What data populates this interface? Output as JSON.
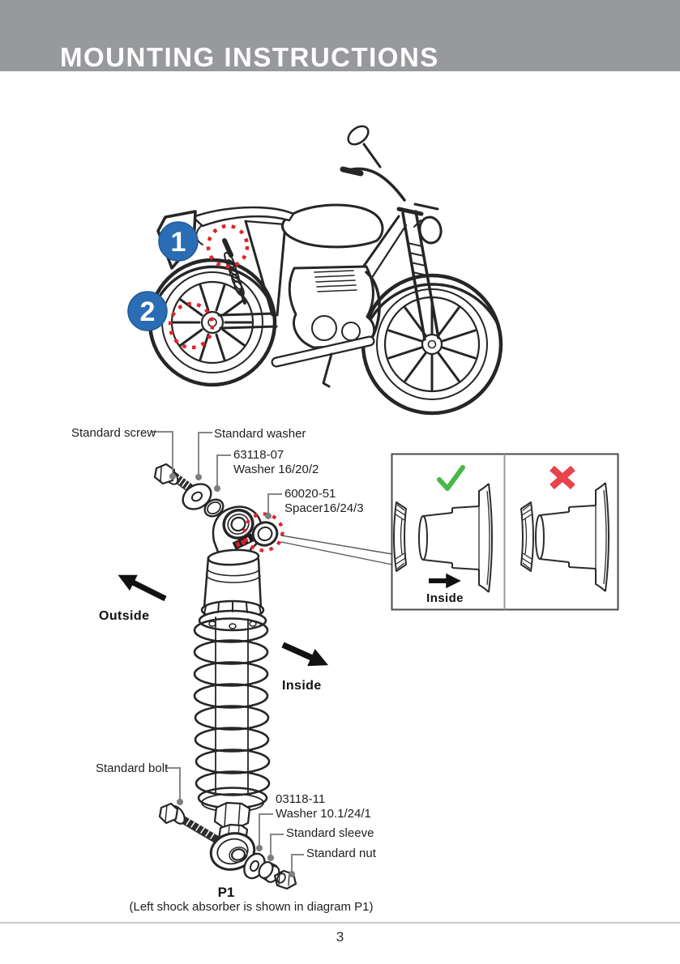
{
  "page": {
    "header": {
      "title": "MOUNTING INSTRUCTIONS"
    },
    "footer": {
      "page_number": "3"
    }
  },
  "colors": {
    "header_bg": "#97999d",
    "callout_blue": "#2a6db4",
    "annotation_red": "#e1242b",
    "check_green": "#48b748",
    "cross_red": "#e8424a",
    "leader_gray": "#85878a",
    "line_art": "#262626"
  },
  "motorcycle_figure": {
    "callouts": [
      {
        "number": "1"
      },
      {
        "number": "2"
      }
    ]
  },
  "shock_diagram": {
    "labels": {
      "standard_screw": "Standard screw",
      "standard_washer": "Standard washer",
      "washer_part_no": "63118-07",
      "washer_part_name": "Washer 16/20/2",
      "spacer_part_no": "60020-51",
      "spacer_part_name": "Spacer16/24/3",
      "outside": "Outside",
      "inside": "Inside",
      "standard_bolt": "Standard bolt",
      "lower_washer_part_no": "03118-11",
      "lower_washer_part_name": "Washer 10.1/24/1",
      "standard_sleeve": "Standard sleeve",
      "standard_nut": "Standard nut",
      "diagram_id": "P1",
      "caption": "(Left shock absorber is shown in diagram P1)"
    },
    "orientation_box": {
      "correct_icon": "check-icon",
      "incorrect_icon": "cross-icon",
      "inside_label": "Inside"
    }
  }
}
